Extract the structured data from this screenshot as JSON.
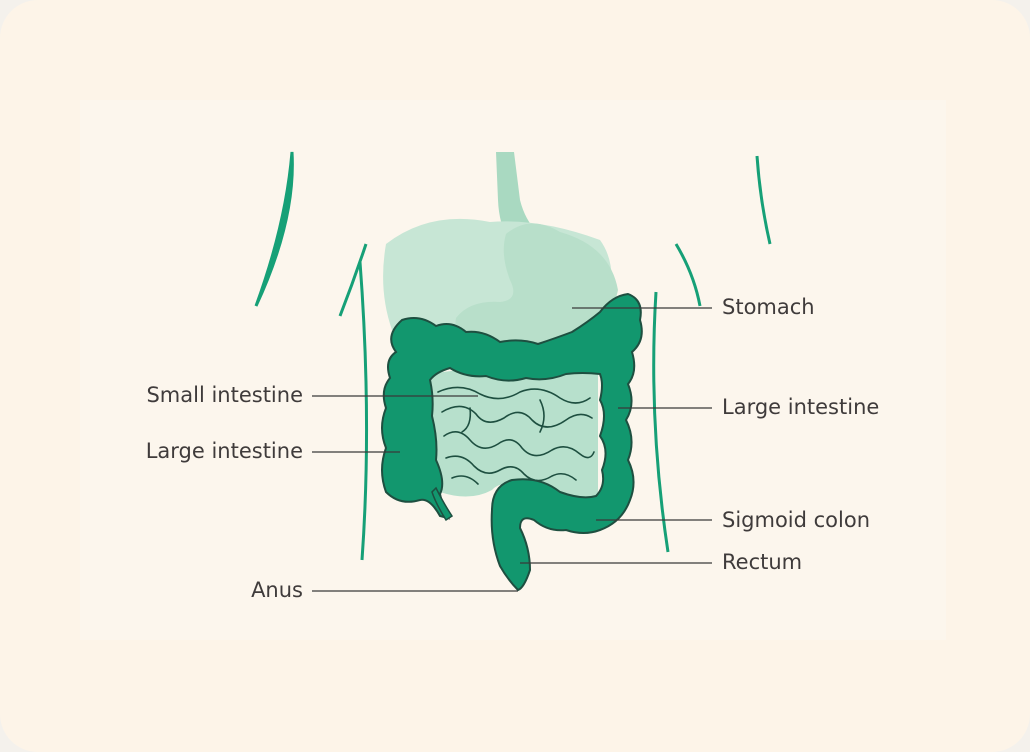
{
  "labels": {
    "stomach": "Stomach",
    "small_intestine": "Small intestine",
    "large_intestine_right": "Large intestine",
    "large_intestine_left": "Large intestine",
    "sigmoid_colon": "Sigmoid colon",
    "rectum": "Rectum",
    "anus": "Anus"
  },
  "colors": {
    "organ_dark": "#12976e",
    "organ_light": "#bde0cc",
    "organ_mid": "#9fd7bb",
    "outline": "#1e4f40",
    "body_line": "#16a077",
    "leader": "#3a3a3a"
  }
}
